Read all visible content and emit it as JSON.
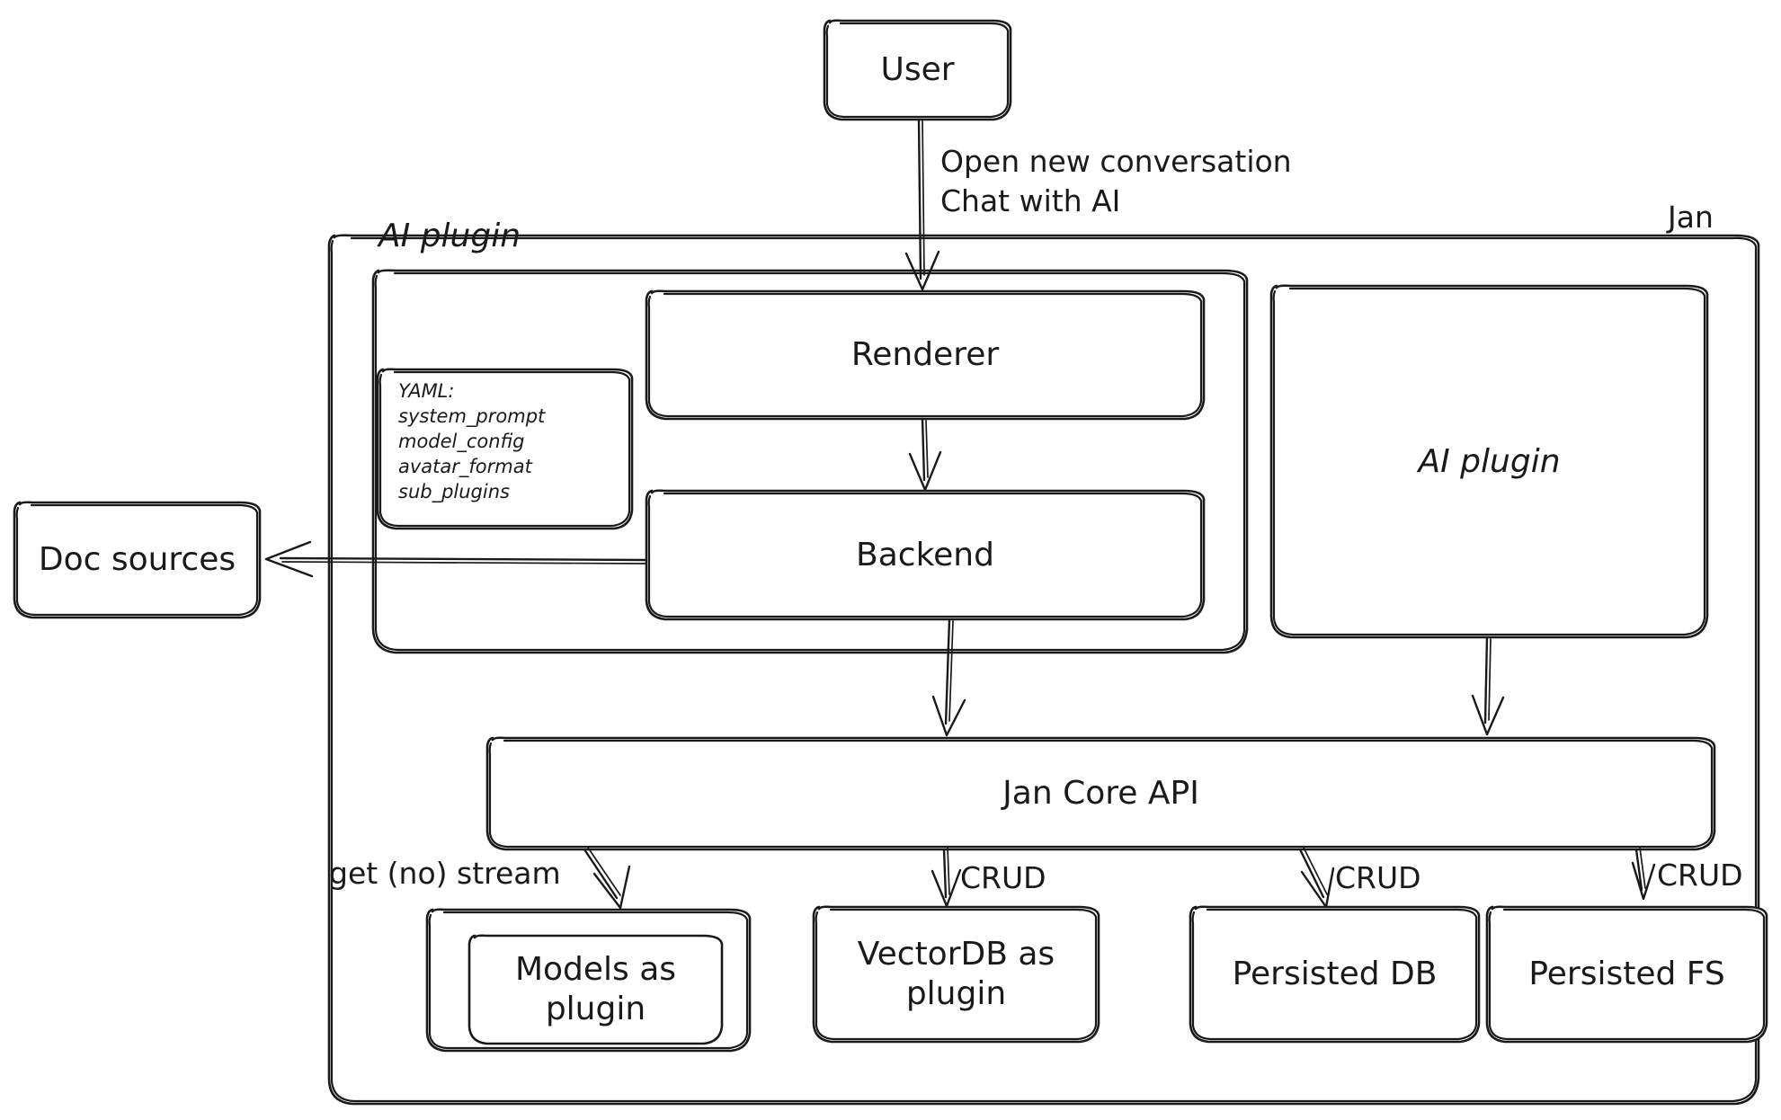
{
  "diagram": {
    "title_corner": "Jan",
    "style": {
      "stroke": "#1a1a1a",
      "background": "#ffffff",
      "text": "#1a1a1a"
    },
    "containers": [
      {
        "id": "jan",
        "label": "Jan",
        "label_position": "top-right"
      },
      {
        "id": "ai-plugin-group",
        "label": "AI plugin",
        "label_position": "top-left"
      }
    ],
    "nodes": [
      {
        "id": "user",
        "label": "User"
      },
      {
        "id": "renderer",
        "label": "Renderer"
      },
      {
        "id": "backend",
        "label": "Backend"
      },
      {
        "id": "ai-plugin-right",
        "label": "AI plugin"
      },
      {
        "id": "doc-sources",
        "label": "Doc sources"
      },
      {
        "id": "jan-core-api",
        "label": "Jan Core API"
      },
      {
        "id": "models-as-plugin",
        "label": "Models as\nplugin"
      },
      {
        "id": "vectordb-as-plugin",
        "label": "VectorDB as\nplugin"
      },
      {
        "id": "persisted-db",
        "label": "Persisted DB"
      },
      {
        "id": "persisted-fs",
        "label": "Persisted FS"
      }
    ],
    "yaml_note": {
      "id": "yaml-config-note",
      "lines": "YAML:\nsystem_prompt\nmodel_config\navatar_format\nsub_plugins"
    },
    "edges": [
      {
        "id": "user-to-renderer",
        "from": "user",
        "to": "renderer",
        "label": "Open new conversation\nChat with AI"
      },
      {
        "id": "renderer-to-backend",
        "from": "renderer",
        "to": "backend",
        "label": ""
      },
      {
        "id": "backend-to-doc-sources",
        "from": "backend",
        "to": "doc-sources",
        "label": ""
      },
      {
        "id": "backend-to-core-api",
        "from": "backend",
        "to": "jan-core-api",
        "label": ""
      },
      {
        "id": "ai-plugin-to-core-api",
        "from": "ai-plugin-right",
        "to": "jan-core-api",
        "label": ""
      },
      {
        "id": "core-api-to-models",
        "from": "jan-core-api",
        "to": "models-as-plugin",
        "label": "get (no) stream"
      },
      {
        "id": "core-api-to-vectordb",
        "from": "jan-core-api",
        "to": "vectordb-as-plugin",
        "label": "CRUD"
      },
      {
        "id": "core-api-to-persisted-db",
        "from": "jan-core-api",
        "to": "persisted-db",
        "label": "CRUD"
      },
      {
        "id": "core-api-to-persisted-fs",
        "from": "jan-core-api",
        "to": "persisted-fs",
        "label": "CRUD"
      }
    ]
  }
}
